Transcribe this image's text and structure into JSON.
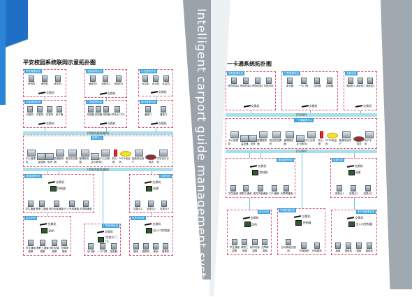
{
  "side_text": "Intelligent carport guide management system",
  "left": {
    "title": "平安校园系统联网示意拓扑图",
    "bus1": "(学校内部局域网)",
    "bus2": "(学校内部局域网)",
    "boxes": [
      {
        "label": "考勤管理系统",
        "switch": "交换机",
        "devices": [
          "考勤机",
          "考勤机",
          "考勤机"
        ]
      },
      {
        "label": "访客管理系统",
        "switch": "交换机",
        "devices": [
          "访客机",
          "访客机",
          "访客机",
          "读卡器"
        ]
      },
      {
        "label": "消费管理系统",
        "switch": "交换机",
        "devices": [
          "消费机1",
          "消费机2",
          "消费机3"
        ]
      },
      {
        "label": "门禁管理系统",
        "switch": "交换机",
        "devices": [
          "控制器",
          "控制器",
          "控制器",
          "(学校大门口)"
        ]
      },
      {
        "label": "水控管理系统",
        "switch": "交换机",
        "devices": [
          "水控机",
          "水控机",
          "水控机"
        ]
      },
      {
        "label": "图书管理系统",
        "switch": "交换机",
        "devices": [
          "通道门",
          "通道门"
        ]
      },
      {
        "label": "通道管理系统",
        "switch": "交换机",
        "controller": "控制器",
        "devices": [
          "学生通道",
          "教职工通道",
          "临时访客通道",
          "行人专用通道",
          "无障碍通道"
        ]
      },
      {
        "label": "巡更系统",
        "switch": "交换机",
        "controller": "巡更",
        "devices": [
          "巡更点1",
          "巡更点2",
          "巡更点3"
        ]
      },
      {
        "label": "监控系统",
        "switch": "交换机",
        "controller": "DVR",
        "devices": [
          "学生通道摄像",
          "教职工通道摄像",
          "临时访客摄像",
          "无障碍摄像"
        ]
      },
      {
        "label": "门禁管理系统",
        "switch": "交换机",
        "controller": "(学校大门口)",
        "devices": [
          "读卡器",
          "一卡门禁",
          "控制器"
        ]
      },
      {
        "label": "停车场系统",
        "switch": "交换机",
        "controller": "出入口控制器",
        "devices": [
          "道闸",
          "摄像机",
          "道闸",
          "摄像机"
        ]
      }
    ],
    "center": {
      "label": "管理中心",
      "devices": [
        "中心管理机",
        "监视器",
        "矩阵",
        "数据服务器",
        "短信发送模块",
        "管理服务器",
        "发卡器",
        "(中心交换机)",
        "防火墙",
        "PSTN电话网",
        "普通电话用户",
        "网关",
        "学生家长手机"
      ]
    }
  },
  "right": {
    "title": "一卡通系统拓扑图",
    "bus1": "(TCP/IP)",
    "bus2": "(TCP/IP)",
    "boxes": [
      {
        "label": "考勤管理系统",
        "switch": "交换机",
        "devices": [
          "考勤终端1",
          "考勤终端2",
          "考勤终端3",
          "可视对讲"
        ]
      },
      {
        "label": "门禁管理系统",
        "switch": "交换机",
        "devices": [
          "读卡器",
          "一卡门禁",
          "控制器",
          "控制器"
        ]
      },
      {
        "label": "消费系统",
        "switch": "交换机",
        "devices": [
          "消费机1",
          "消费机2",
          "消费机3"
        ]
      },
      {
        "label": "通道管理系统",
        "switch": "交换机",
        "controller": "控制器",
        "devices": [
          "学生通道",
          "教职工通道",
          "临时访客通道",
          "行人通道",
          "无障碍通道"
        ]
      },
      {
        "label": "巡更系统",
        "switch": "交换机",
        "controller": "巡更",
        "devices": [
          "巡更点1",
          "巡更点2",
          "巡更点3"
        ]
      },
      {
        "label": "监控系统",
        "switch": "交换机",
        "controller": "DVR",
        "devices": [
          "学生通道摄像",
          "教职工摄像",
          "临时访客摄像",
          "无障碍摄像"
        ]
      },
      {
        "label": "车辆防撞系统",
        "switch": "交换机",
        "controller": "控制器",
        "devices": [
          "自动伸缩式围网",
          "升降路桩",
          "升降路桩"
        ]
      },
      {
        "label": "停车场管理系统",
        "switch": "交换机",
        "controller": "出入口控制器",
        "devices": [
          "道闸",
          "摄像机",
          "道闸",
          "摄像机"
        ]
      }
    ],
    "center": {
      "label": "一卡通管理中心",
      "devices": [
        "中心管理机",
        "监视器",
        "矩阵",
        "数据服务器",
        "短信发送模块",
        "管理服务器",
        "发卡器",
        "(中心交换机)",
        "防火墙",
        "PSTN电话网",
        "普通电话用户",
        "网关",
        "用户手机"
      ]
    }
  }
}
